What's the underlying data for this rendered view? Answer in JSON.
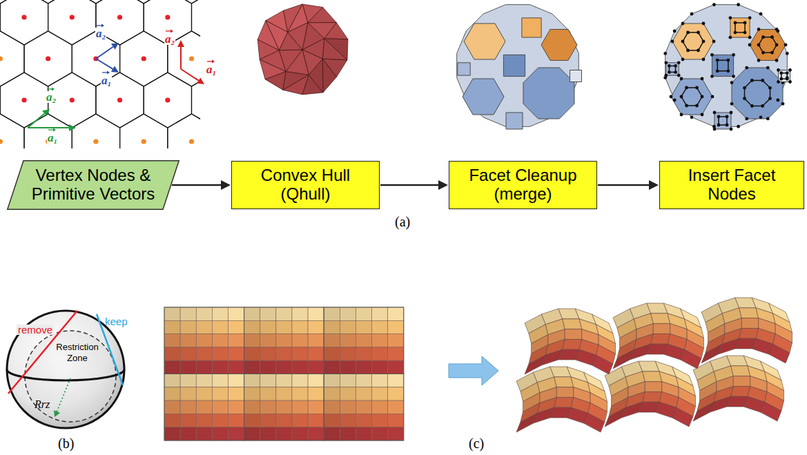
{
  "diagram": {
    "nodes": [
      {
        "text": [
          "Vertex Nodes & Primitive Vectors"
        ]
      },
      {
        "text": [
          "Convex Hull (Qhull)"
        ]
      },
      {
        "text": [
          "Facet Cleanup (merge)"
        ]
      },
      {
        "text": [
          "Insert Facet Nodes"
        ]
      }
    ],
    "edges": [
      {
        "from": 0,
        "to": 1,
        "arrow": "to"
      },
      {
        "from": 1,
        "to": 2,
        "arrow": "to"
      },
      {
        "from": 2,
        "to": 3,
        "arrow": "to"
      }
    ],
    "labels": [
      "a₂",
      "a₁",
      "a₂",
      "a₁",
      "a₂",
      "a₁",
      "(a)",
      "remove",
      "keep",
      "Restriction Zone",
      "Rrz",
      "(b)",
      "(c)"
    ]
  }
}
